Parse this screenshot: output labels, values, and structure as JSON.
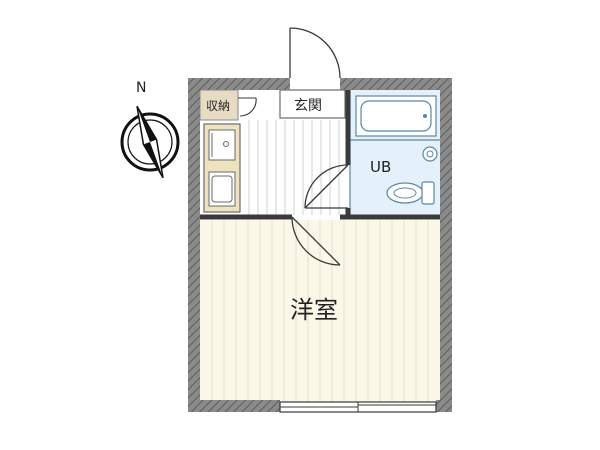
{
  "compass": {
    "north_label": "N",
    "icon": "compass-icon"
  },
  "rooms": {
    "storage": "収納",
    "entrance": "玄関",
    "bath": "UB",
    "western_room": "洋室"
  },
  "colors": {
    "wall": "#7f7f7f",
    "wall_dark": "#3a3a3a",
    "room_floor": "#fbf8ea",
    "floor_line": "#e6dfc2",
    "bath_fill": "#e4f1fb",
    "bath_stroke": "#5a86a6",
    "storage_fill": "#e7dcc3",
    "kitchen_fill": "#efe2bf",
    "corridor_line": "#d2d2d2"
  }
}
